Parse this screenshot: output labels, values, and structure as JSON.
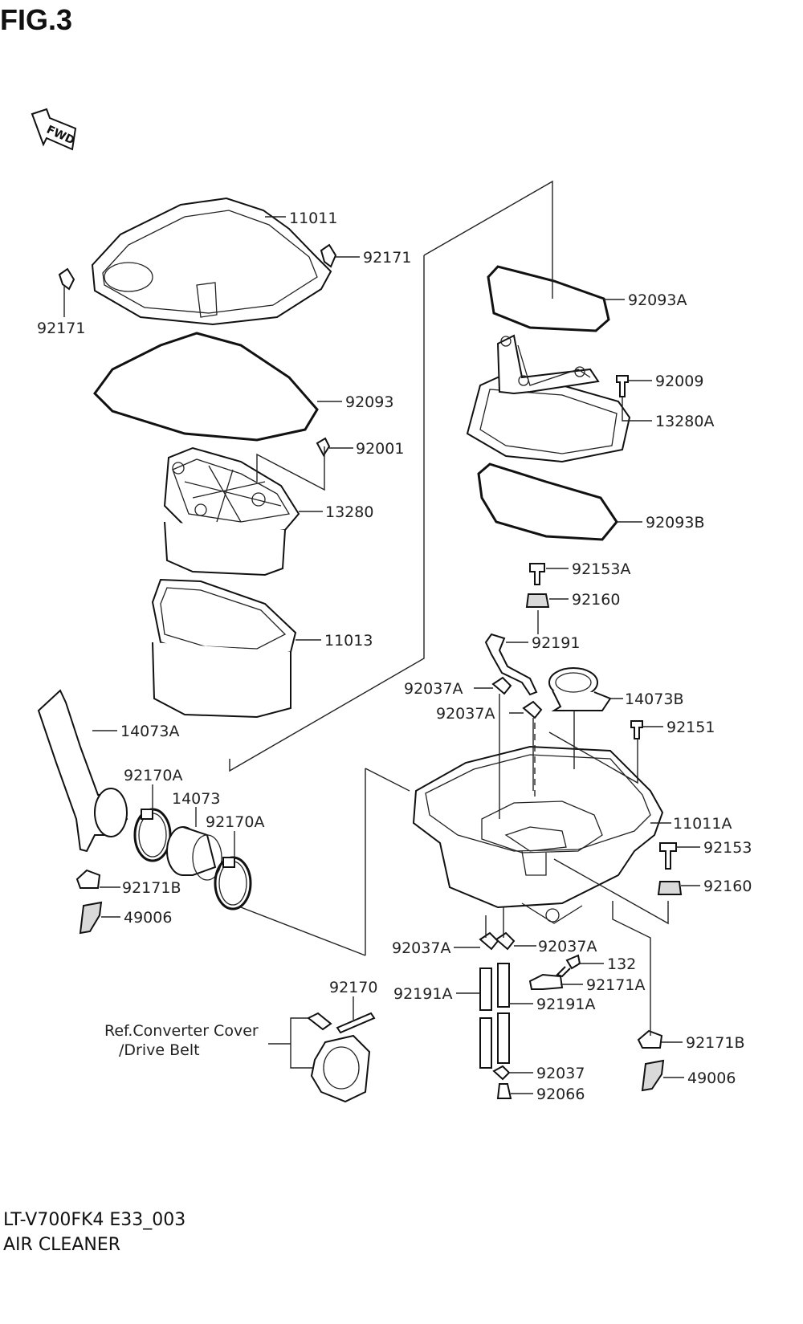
{
  "figure": {
    "title": "FIG.3",
    "fwd_label": "FWD"
  },
  "footer": {
    "model_code": "LT-V700FK4 E33_003",
    "section_name": "AIR CLEANER"
  },
  "reference_note": {
    "line1": "Ref.Converter Cover",
    "line2": "/Drive Belt"
  },
  "part_labels": {
    "p11011": "11011",
    "p92171_right": "92171",
    "p92171_left": "92171",
    "p92093": "92093",
    "p92001": "92001",
    "p13280": "13280",
    "p11013": "11013",
    "p14073A": "14073A",
    "p92170A_left": "92170A",
    "p14073": "14073",
    "p92170A_right": "92170A",
    "p92171B_left": "92171B",
    "p49006_left": "49006",
    "p92093A": "92093A",
    "p92009": "92009",
    "p13280A": "13280A",
    "p92093B": "92093B",
    "p92153A": "92153A",
    "p92160_top": "92160",
    "p92191": "92191",
    "p92037A_1": "92037A",
    "p14073B": "14073B",
    "p92037A_2": "92037A",
    "p92151": "92151",
    "p11011A": "11011A",
    "p92153": "92153",
    "p92160_bottom": "92160",
    "p92037A_3": "92037A",
    "p92037A_4": "92037A",
    "p132": "132",
    "p92171A": "92171A",
    "p92191A_left": "92191A",
    "p92191A_right": "92191A",
    "p92170": "92170",
    "p92171B_right": "92171B",
    "p49006_right": "49006",
    "p92037": "92037",
    "p92066": "92066"
  }
}
